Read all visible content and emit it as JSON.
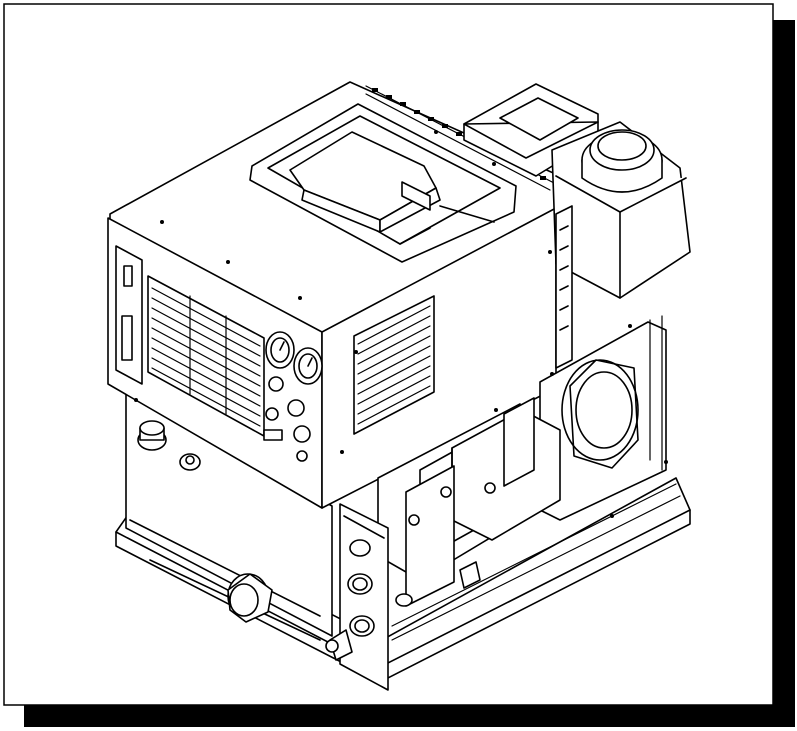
{
  "figure": {
    "subject": "isometric-line-drawing-of-equipment-unit",
    "components": [
      "top-access-panel",
      "display-module",
      "fuel-tank-cap",
      "front-louvered-grille",
      "pressure-gauges",
      "side-control-panel",
      "intake-housing",
      "drain-fitting",
      "base-skid"
    ]
  },
  "colors": {
    "line": "#000000",
    "fill": "#ffffff",
    "frame_shadow": "#000000"
  }
}
